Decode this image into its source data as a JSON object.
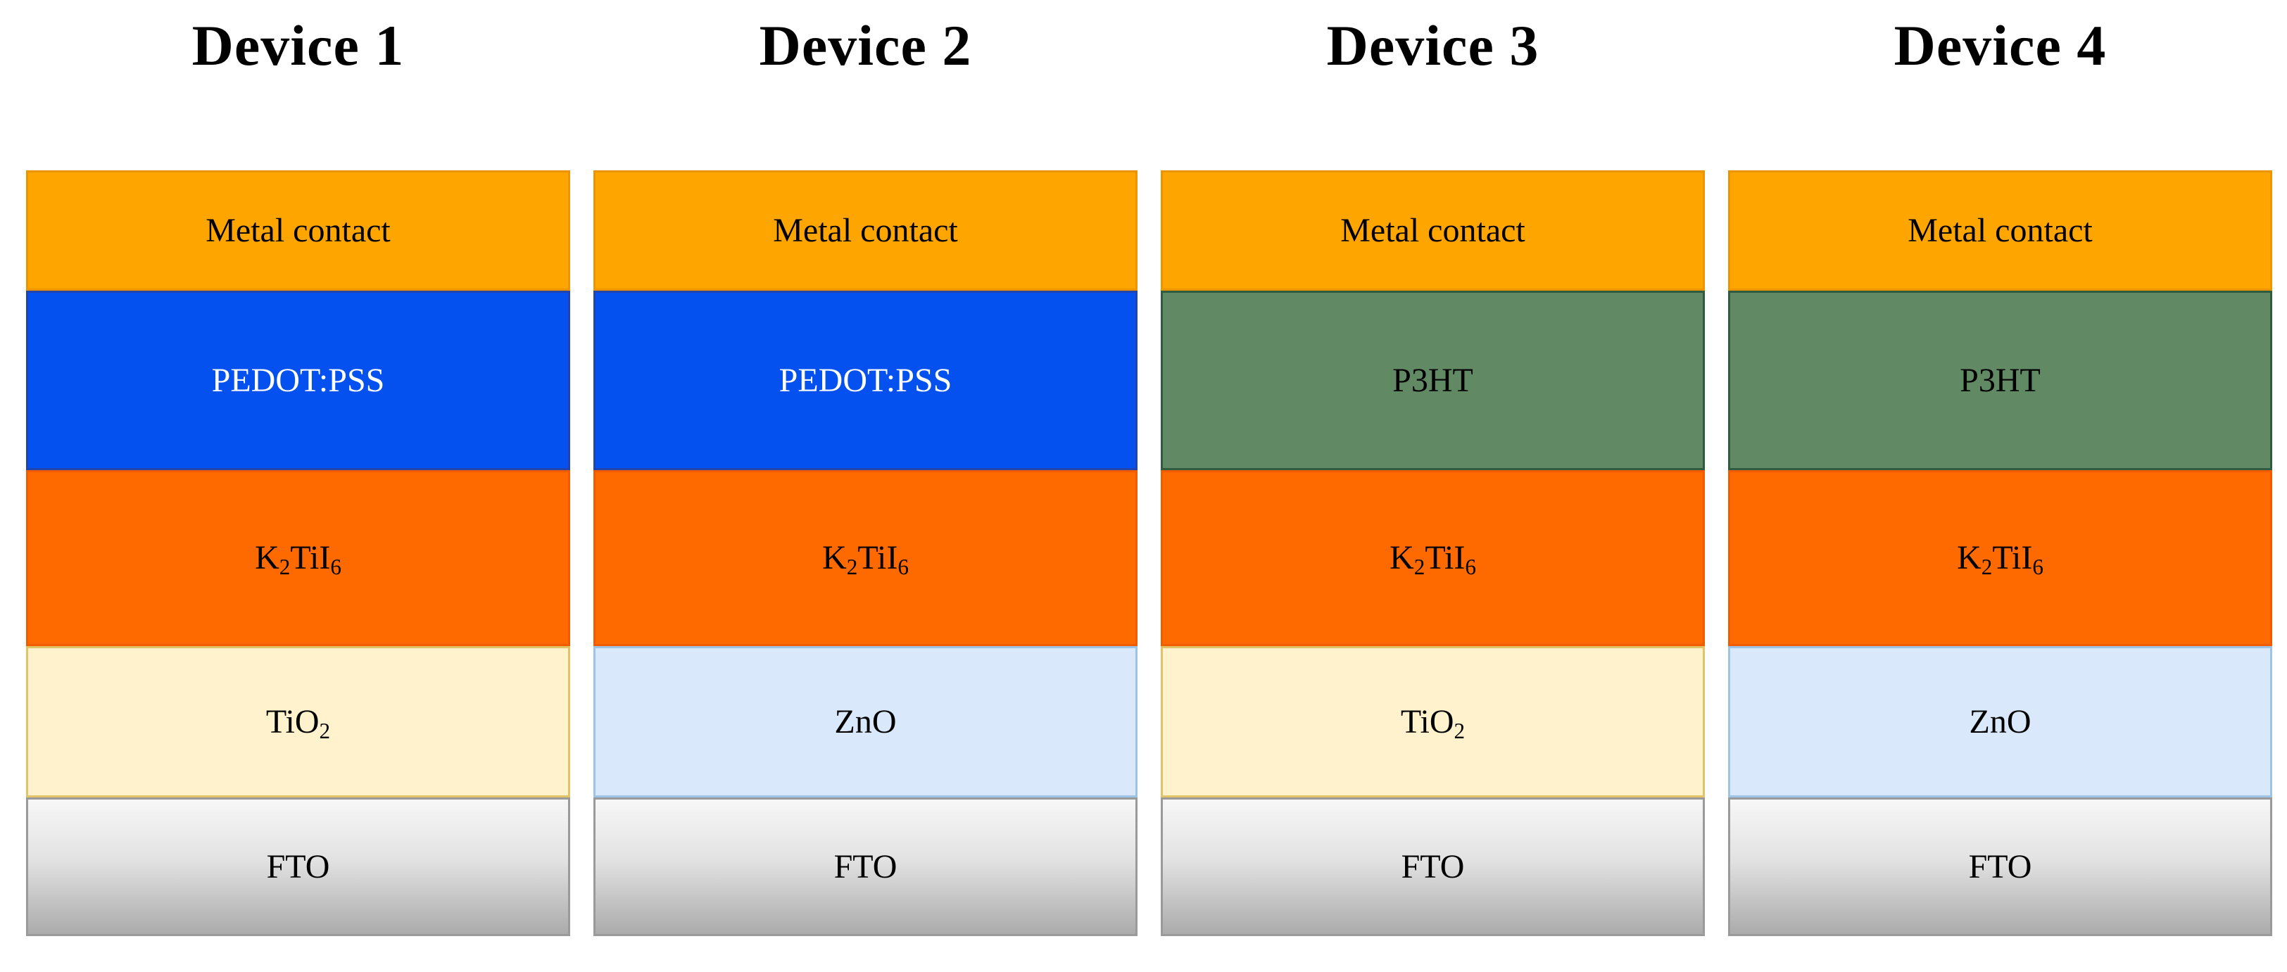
{
  "figure": {
    "description_titles": [
      "Device 1",
      "Device 2",
      "Device 3",
      "Device 4"
    ]
  },
  "colors": {
    "metal_contact_fill": "#FFA500",
    "metal_contact_border": "#ED9500",
    "pedot_fill": "#0551F0",
    "pedot_border": "#2144AE",
    "p3ht_fill": "#618A64",
    "p3ht_border": "#2F5C41",
    "k2tii6_fill": "#FF6A00",
    "k2tii6_border": "#F25C00",
    "tio2_fill": "#FFF2CC",
    "tio2_border": "#E3C368",
    "zno_fill": "#D9E8FB",
    "zno_border": "#9DC3E6",
    "fto_top": "#F7F7F7",
    "fto_mid": "#E2E2E2",
    "fto_bottom": "#ABABAB",
    "fto_border": "#9A9A9A",
    "title_text": "#000000",
    "label_text_dark": "#000000",
    "label_text_light": "#FFFFFF"
  },
  "devices": [
    {
      "title": "Device 1",
      "layers": [
        {
          "name": "metal-contact",
          "label": "Metal contact",
          "fill": "#FFA500",
          "border": "#ED9500",
          "text_color": "#000000"
        },
        {
          "name": "pedot-pss",
          "label": "PEDOT:PSS",
          "fill": "#0551F0",
          "border": "#2144AE",
          "text_color": "#FFFFFF"
        },
        {
          "name": "k2tii6",
          "label": "K2TiI6",
          "label_segments": [
            {
              "t": "K"
            },
            {
              "t": "2",
              "sub": true
            },
            {
              "t": "TiI"
            },
            {
              "t": "6",
              "sub": true
            }
          ],
          "fill": "#FF6A00",
          "border": "#F25C00",
          "text_color": "#000000"
        },
        {
          "name": "tio2",
          "label": "TiO2",
          "label_segments": [
            {
              "t": "TiO"
            },
            {
              "t": "2",
              "sub": true
            }
          ],
          "fill": "#FFF2CC",
          "border": "#E3C368",
          "text_color": "#000000"
        },
        {
          "name": "fto",
          "label": "FTO",
          "fill_top": "#F7F7F7",
          "fill_mid": "#E2E2E2",
          "fill_bottom": "#ABABAB",
          "border": "#9A9A9A",
          "text_color": "#000000"
        }
      ]
    },
    {
      "title": "Device 2",
      "layers": [
        {
          "name": "metal-contact",
          "label": "Metal contact",
          "fill": "#FFA500",
          "border": "#ED9500",
          "text_color": "#000000"
        },
        {
          "name": "pedot-pss",
          "label": "PEDOT:PSS",
          "fill": "#0551F0",
          "border": "#2144AE",
          "text_color": "#FFFFFF"
        },
        {
          "name": "k2tii6",
          "label": "K2TiI6",
          "label_segments": [
            {
              "t": "K"
            },
            {
              "t": "2",
              "sub": true
            },
            {
              "t": "TiI"
            },
            {
              "t": "6",
              "sub": true
            }
          ],
          "fill": "#FF6A00",
          "border": "#F25C00",
          "text_color": "#000000"
        },
        {
          "name": "zno",
          "label": "ZnO",
          "fill": "#D9E8FB",
          "border": "#9DC3E6",
          "text_color": "#000000"
        },
        {
          "name": "fto",
          "label": "FTO",
          "fill_top": "#F7F7F7",
          "fill_mid": "#E2E2E2",
          "fill_bottom": "#ABABAB",
          "border": "#9A9A9A",
          "text_color": "#000000"
        }
      ]
    },
    {
      "title": "Device 3",
      "layers": [
        {
          "name": "metal-contact",
          "label": "Metal contact",
          "fill": "#FFA500",
          "border": "#ED9500",
          "text_color": "#000000"
        },
        {
          "name": "p3ht",
          "label": "P3HT",
          "fill": "#618A64",
          "border": "#2F5C41",
          "text_color": "#000000"
        },
        {
          "name": "k2tii6",
          "label": "K2TiI6",
          "label_segments": [
            {
              "t": "K"
            },
            {
              "t": "2",
              "sub": true
            },
            {
              "t": "TiI"
            },
            {
              "t": "6",
              "sub": true
            }
          ],
          "fill": "#FF6A00",
          "border": "#F25C00",
          "text_color": "#000000"
        },
        {
          "name": "tio2",
          "label": "TiO2",
          "label_segments": [
            {
              "t": "TiO"
            },
            {
              "t": "2",
              "sub": true
            }
          ],
          "fill": "#FFF2CC",
          "border": "#E3C368",
          "text_color": "#000000"
        },
        {
          "name": "fto",
          "label": "FTO",
          "fill_top": "#F7F7F7",
          "fill_mid": "#E2E2E2",
          "fill_bottom": "#ABABAB",
          "border": "#9A9A9A",
          "text_color": "#000000"
        }
      ]
    },
    {
      "title": "Device 4",
      "layers": [
        {
          "name": "metal-contact",
          "label": "Metal contact",
          "fill": "#FFA500",
          "border": "#ED9500",
          "text_color": "#000000"
        },
        {
          "name": "p3ht",
          "label": "P3HT",
          "fill": "#618A64",
          "border": "#2F5C41",
          "text_color": "#000000"
        },
        {
          "name": "k2tii6",
          "label": "K2TiI6",
          "label_segments": [
            {
              "t": "K"
            },
            {
              "t": "2",
              "sub": true
            },
            {
              "t": "TiI"
            },
            {
              "t": "6",
              "sub": true
            }
          ],
          "fill": "#FF6A00",
          "border": "#F25C00",
          "text_color": "#000000"
        },
        {
          "name": "zno",
          "label": "ZnO",
          "fill": "#D9E8FB",
          "border": "#9DC3E6",
          "text_color": "#000000"
        },
        {
          "name": "fto",
          "label": "FTO",
          "fill_top": "#F7F7F7",
          "fill_mid": "#E2E2E2",
          "fill_bottom": "#ABABAB",
          "border": "#9A9A9A",
          "text_color": "#000000"
        }
      ]
    }
  ]
}
